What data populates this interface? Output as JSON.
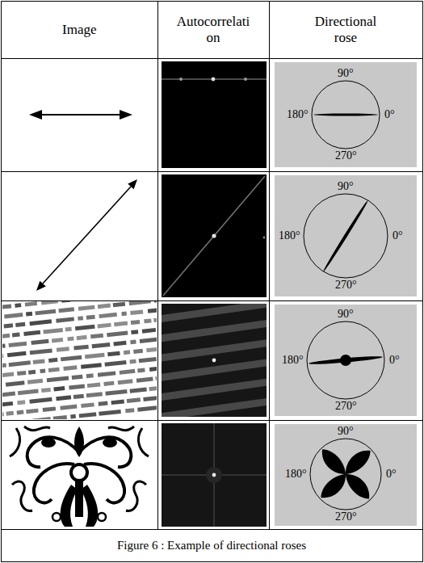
{
  "diagram": {
    "caption": "Figure 6 : Example of directional roses",
    "labels": [
      "Image",
      "Autocorrelati on",
      "Directional rose",
      "90°",
      "180°",
      "0°",
      "270°",
      "90°",
      "180°",
      "0°",
      "270°",
      "90°",
      "180°",
      "0°",
      "270°",
      "90°",
      "180°",
      "0°",
      "270°"
    ]
  }
}
